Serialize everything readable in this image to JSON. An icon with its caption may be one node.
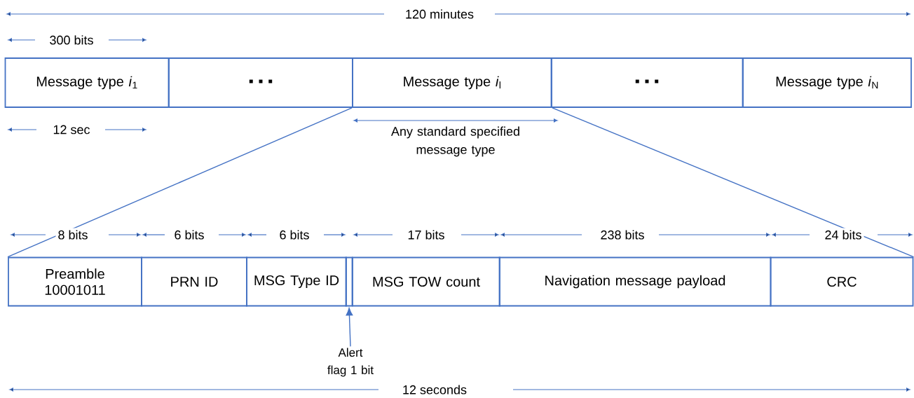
{
  "diagram": {
    "nodes": [
      {
        "text": [
          "Message type *i*$_{1}$"
        ]
      },
      {
        "text": [
          "▪ ▪ ▪"
        ]
      },
      {
        "text": [
          "Message type *i*$_{l}$"
        ]
      },
      {
        "text": [
          "▪ ▪ ▪"
        ]
      },
      {
        "text": [
          "Message type *i*$_{N}$"
        ]
      },
      {
        "text": [
          "Preamble",
          "10001011"
        ]
      },
      {
        "text": [
          "PRN ID"
        ]
      },
      {
        "text": [
          "MSG Type ID"
        ]
      },
      {
        "text": [],
        "shape": "box"
      },
      {
        "text": [
          "MSG TOW count"
        ]
      },
      {
        "text": [
          "Navigation message payload"
        ]
      },
      {
        "text": [
          "CRC"
        ]
      },
      {
        "text": [
          "Alert flag 1 bit"
        ]
      }
    ],
    "edges": [
      {
        "from": 2,
        "to": 5,
        "arrow": "none"
      },
      {
        "from": 2,
        "to": 11,
        "arrow": "none"
      },
      {
        "from": 12,
        "to": 8,
        "arrow": "to"
      }
    ],
    "labels": [
      "120 minutes",
      "300 bits",
      "12 sec",
      "Any standard specified message type",
      "8 bits",
      "6 bits",
      "6 bits",
      "17 bits",
      "238 bits",
      "24 bits",
      "12 seconds"
    ]
  }
}
